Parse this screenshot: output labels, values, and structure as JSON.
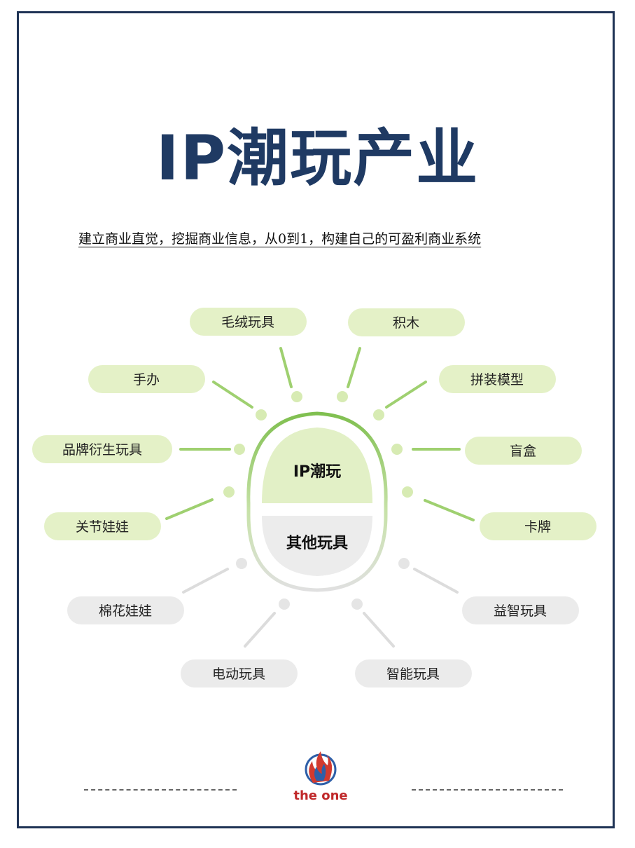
{
  "title": "IP潮玩产业",
  "subtitle": "建立商业直觉，挖掘商业信息，从0到1，构建自己的可盈利商业系统",
  "center": {
    "top_label": "IP潮玩",
    "bottom_label": "其他玩具"
  },
  "ip_items": [
    "毛绒玩具",
    "积木",
    "手办",
    "拼装模型",
    "品牌衍生玩具",
    "盲盒",
    "关节娃娃",
    "卡牌"
  ],
  "other_items": [
    "棉花娃娃",
    "益智玩具",
    "电动玩具",
    "智能玩具"
  ],
  "colors": {
    "title": "#1f3a63",
    "frame": "#1f3355",
    "ip_green": "#e4f1c7",
    "other_gray": "#ebebeb",
    "line_green": "#86c35a",
    "logo_red": "#c0282a"
  },
  "logo": {
    "text": "the one",
    "icon": "flame-logo-icon"
  }
}
